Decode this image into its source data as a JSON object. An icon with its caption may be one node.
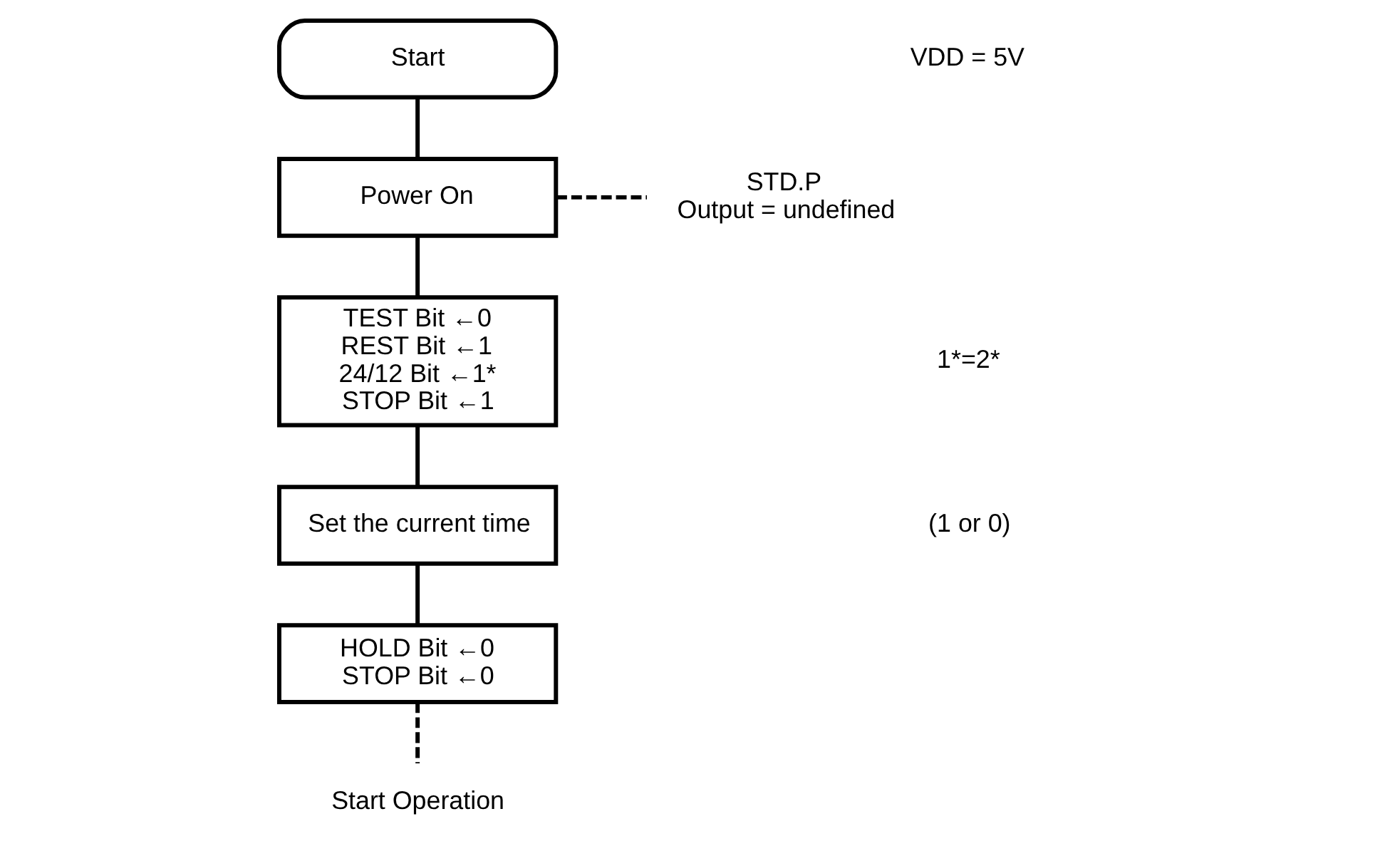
{
  "diagram": {
    "nodes": [
      {
        "text": [
          "Start"
        ]
      },
      {
        "text": [
          "Power On"
        ]
      },
      {
        "text": [
          "TEST Bit ←0",
          "REST Bit ←1",
          "24/12 Bit ←1*",
          "STOP Bit ←1"
        ]
      },
      {
        "text": [
          "Set the current time"
        ]
      },
      {
        "text": [
          "HOLD Bit ←0",
          "STOP Bit ←0"
        ]
      },
      {
        "text": [
          "Start Operation"
        ]
      },
      {
        "text": [
          "STD.P",
          "Output = undefined"
        ]
      }
    ],
    "edges": [
      {
        "from": 0,
        "to": 1,
        "arrow": "none"
      },
      {
        "from": 1,
        "to": 2,
        "arrow": "none"
      },
      {
        "from": 2,
        "to": 3,
        "arrow": "none"
      },
      {
        "from": 3,
        "to": 4,
        "arrow": "none"
      },
      {
        "from": 4,
        "to": 5,
        "arrow": "none",
        "style": "dashed"
      },
      {
        "from": 1,
        "to": 6,
        "arrow": "none",
        "style": "dashed"
      }
    ],
    "labels": [
      "VDD = 5V",
      "1*=2*",
      "(1 or 0)"
    ]
  }
}
